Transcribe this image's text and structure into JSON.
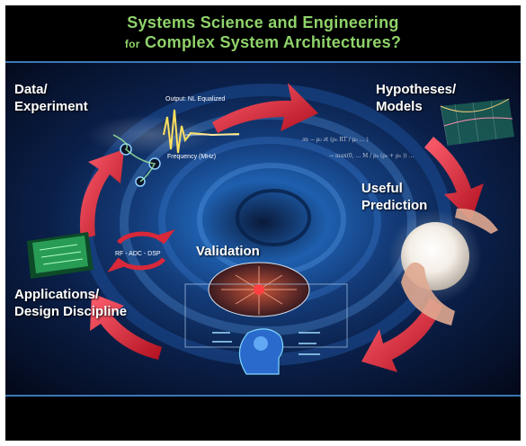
{
  "header": {
    "title_line1": "Systems Science and Engineering",
    "title_line2_prefix": "for",
    "title_line2_rest": "Complex System Architectures?"
  },
  "stages": {
    "data_experiment_1": "Data/",
    "data_experiment_2": "Experiment",
    "hypotheses_1": "Hypotheses/",
    "hypotheses_2": "Models",
    "prediction_1": "Useful",
    "prediction_2": "Prediction",
    "validation": "Validation",
    "applications_1": "Applications/",
    "applications_2": "Design Discipline"
  },
  "waveform": {
    "title": "Output: NL Equalized",
    "xlabel": "Frequency (MHz)"
  },
  "cycle_label": "RF - ADC - DSP",
  "colors": {
    "title_green": "#8fd36a",
    "arrow_red": "#d8283a",
    "rule_blue": "#3c78b8",
    "swirl_blue": "#1b4a8a"
  }
}
